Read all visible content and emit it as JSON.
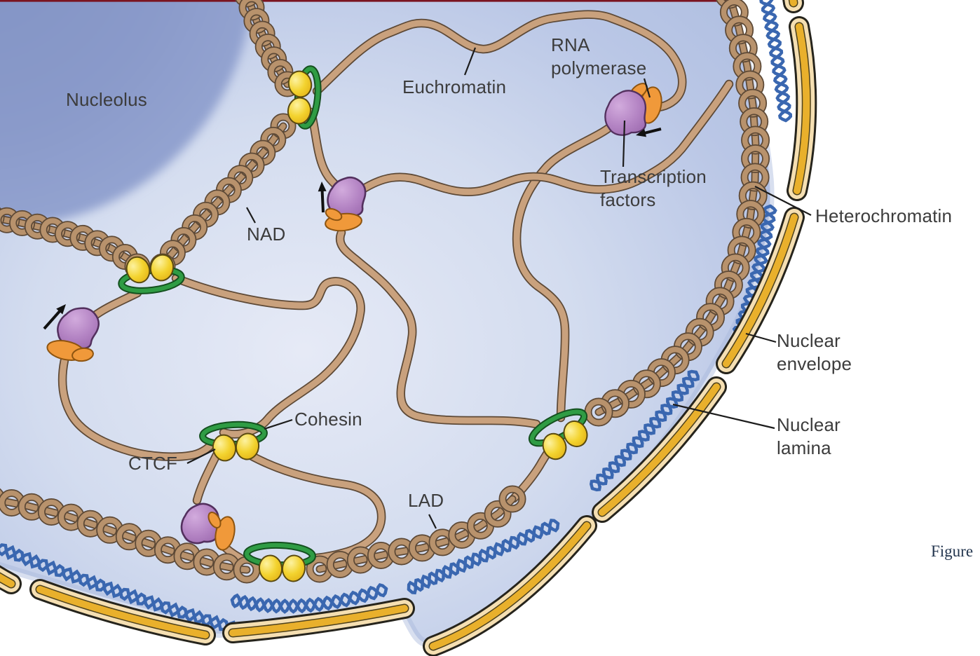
{
  "diagram": {
    "description": "Nuclear genome organization diagram",
    "labels": {
      "nucleolus": "Nucleolus",
      "euchromatin": "Euchromatin",
      "rna_polymerase": [
        "RNA",
        "polymerase"
      ],
      "transcription_factors": [
        "Transcription",
        "factors"
      ],
      "nad": "NAD",
      "heterochromatin": "Heterochromatin",
      "nuclear_envelope": [
        "Nuclear",
        "envelope"
      ],
      "nuclear_lamina": [
        "Nuclear",
        "lamina"
      ],
      "cohesin": "Cohesin",
      "ctcf": "CTCF",
      "lad": "LAD"
    },
    "caption": "Figure",
    "colors": {
      "nucleoplasm_edge": "#b2c0e2",
      "nucleoplasm_center": "#e6eaf6",
      "nucleolus_fill": "#8798c8",
      "chromatin_fiber": "#c9a17d",
      "chromatin_coil": "#b8926c",
      "fiber_outline": "#5d4936",
      "nuclear_lamina": "#3a67b0",
      "envelope_gold": "#e9b02c",
      "envelope_cream": "#f5dfb2",
      "envelope_outline": "#26241c",
      "cohesin_green": "#2f9c44",
      "cohesin_dark": "#14501f",
      "ctcf_yellow": "#f3d32f",
      "tf_purple": "#ad7cbe",
      "rnap_orange": "#f0993a",
      "pointer_line": "#1c1c1c",
      "label_text": "#3c3c3c",
      "caption_text": "#24364f",
      "top_bar": "#7a1420"
    }
  }
}
